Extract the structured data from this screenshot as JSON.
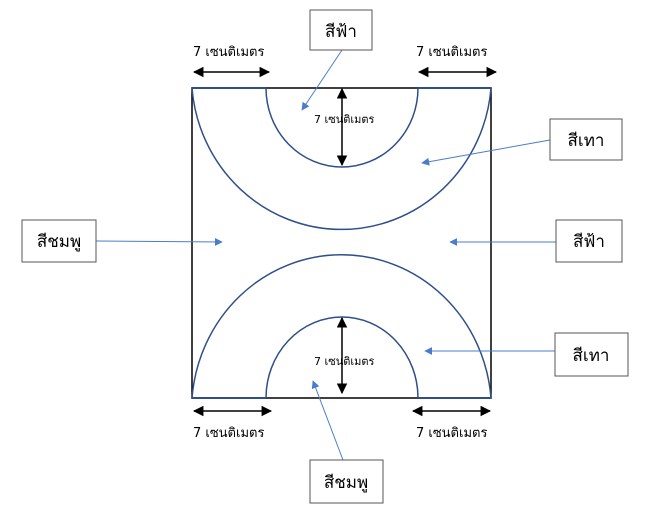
{
  "dimensions": {
    "top_left": "7 เซนติเมตร",
    "top_right": "7 เซนติเมตร",
    "bottom_left": "7 เซนติเมตร",
    "bottom_right": "7 เซนติเมตร",
    "inner_top": "7 เซนติเมตร",
    "inner_bottom": "7 เซนติเมตร"
  },
  "callouts": {
    "top": "สีฟ้า",
    "right_upper": "สีเทา",
    "left": "สีชมพู",
    "right_middle": "สีฟ้า",
    "right_lower": "สีเทา",
    "bottom": "สีชมพู"
  },
  "colors": {
    "arc": "#2f4f8a",
    "pointer": "#4a7ccc",
    "outline": "#000000"
  }
}
